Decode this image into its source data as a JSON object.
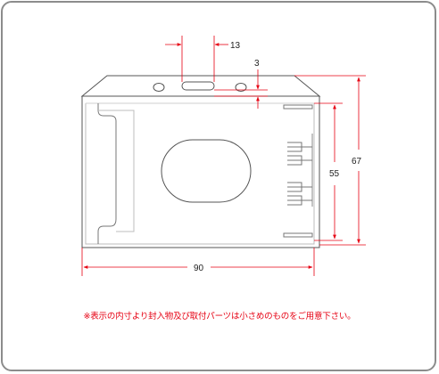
{
  "colors": {
    "outline": "#8c8c8c",
    "part_line": "#555555",
    "dimension": "#e60012",
    "text": "#222222"
  },
  "dimensions": {
    "slot_width": "13",
    "slot_offset": "3",
    "window_height": "55",
    "total_height": "67",
    "width": "90"
  },
  "note": "※表示の内寸より封入物及び取付パーツは小さめのものをご用意下さい。"
}
